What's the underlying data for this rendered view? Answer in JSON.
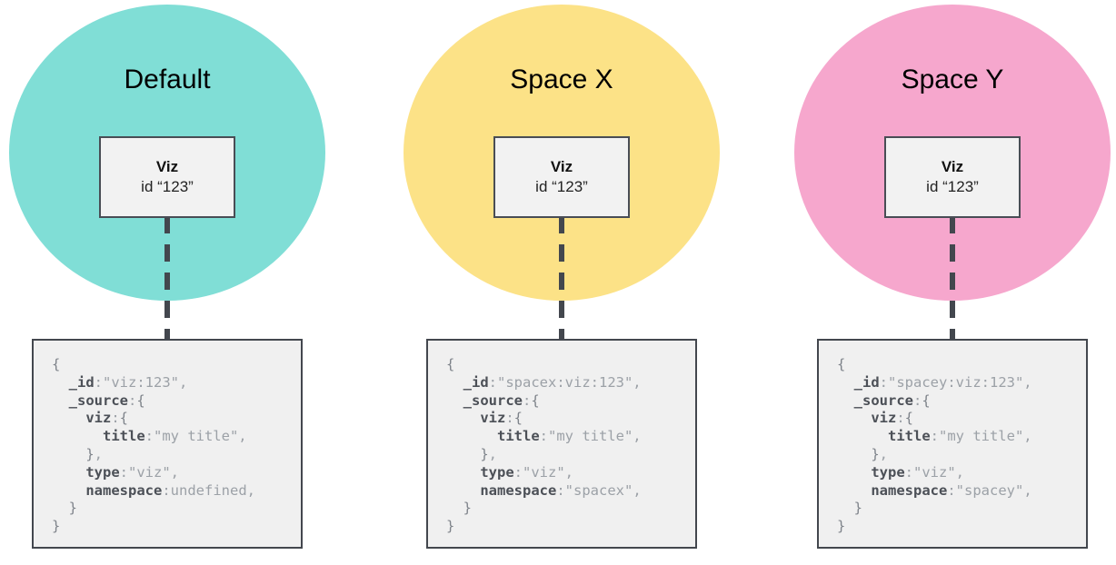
{
  "page": {
    "background": "#ffffff"
  },
  "colors": {
    "stroke_dark": "#43474e",
    "card_background": "#f2f2f2",
    "code_background": "#f0f0f0",
    "code_key": "#4c5057",
    "code_value": "#9ca1a7",
    "code_brace": "#7e838a"
  },
  "groups": [
    {
      "id": "default",
      "title": "Default",
      "circle_color": "#80ded6",
      "viz_card": {
        "name": "Viz",
        "id_label": "id “123”"
      },
      "code_lines": [
        [
          {
            "c": "b",
            "t": "{"
          }
        ],
        [
          {
            "c": "k",
            "t": "  _id"
          },
          {
            "c": "v",
            "t": ":\"viz:123\","
          }
        ],
        [
          {
            "c": "k",
            "t": "  _source"
          },
          {
            "c": "v",
            "t": ":"
          },
          {
            "c": "b",
            "t": "{"
          }
        ],
        [
          {
            "c": "k",
            "t": "    viz"
          },
          {
            "c": "v",
            "t": ":"
          },
          {
            "c": "b",
            "t": "{"
          }
        ],
        [
          {
            "c": "k",
            "t": "      title"
          },
          {
            "c": "v",
            "t": ":\"my title\","
          }
        ],
        [
          {
            "c": "b",
            "t": "    }"
          },
          {
            "c": "v",
            "t": ","
          }
        ],
        [
          {
            "c": "k",
            "t": "    type"
          },
          {
            "c": "v",
            "t": ":\"viz\","
          }
        ],
        [
          {
            "c": "k",
            "t": "    namespace"
          },
          {
            "c": "v",
            "t": ":undefined,"
          }
        ],
        [
          {
            "c": "b",
            "t": "  }"
          }
        ],
        [
          {
            "c": "b",
            "t": "}"
          }
        ]
      ]
    },
    {
      "id": "spacex",
      "title": "Space X",
      "circle_color": "#fce287",
      "viz_card": {
        "name": "Viz",
        "id_label": "id “123”"
      },
      "code_lines": [
        [
          {
            "c": "b",
            "t": "{"
          }
        ],
        [
          {
            "c": "k",
            "t": "  _id"
          },
          {
            "c": "v",
            "t": ":\"spacex:viz:123\","
          }
        ],
        [
          {
            "c": "k",
            "t": "  _source"
          },
          {
            "c": "v",
            "t": ":"
          },
          {
            "c": "b",
            "t": "{"
          }
        ],
        [
          {
            "c": "k",
            "t": "    viz"
          },
          {
            "c": "v",
            "t": ":"
          },
          {
            "c": "b",
            "t": "{"
          }
        ],
        [
          {
            "c": "k",
            "t": "      title"
          },
          {
            "c": "v",
            "t": ":\"my title\","
          }
        ],
        [
          {
            "c": "b",
            "t": "    }"
          },
          {
            "c": "v",
            "t": ","
          }
        ],
        [
          {
            "c": "k",
            "t": "    type"
          },
          {
            "c": "v",
            "t": ":\"viz\","
          }
        ],
        [
          {
            "c": "k",
            "t": "    namespace"
          },
          {
            "c": "v",
            "t": ":\"spacex\","
          }
        ],
        [
          {
            "c": "b",
            "t": "  }"
          }
        ],
        [
          {
            "c": "b",
            "t": "}"
          }
        ]
      ]
    },
    {
      "id": "spacey",
      "title": "Space Y",
      "circle_color": "#f6a7cd",
      "viz_card": {
        "name": "Viz",
        "id_label": "id “123”"
      },
      "code_lines": [
        [
          {
            "c": "b",
            "t": "{"
          }
        ],
        [
          {
            "c": "k",
            "t": "  _id"
          },
          {
            "c": "v",
            "t": ":\"spacey:viz:123\","
          }
        ],
        [
          {
            "c": "k",
            "t": "  _source"
          },
          {
            "c": "v",
            "t": ":"
          },
          {
            "c": "b",
            "t": "{"
          }
        ],
        [
          {
            "c": "k",
            "t": "    viz"
          },
          {
            "c": "v",
            "t": ":"
          },
          {
            "c": "b",
            "t": "{"
          }
        ],
        [
          {
            "c": "k",
            "t": "      title"
          },
          {
            "c": "v",
            "t": ":\"my title\","
          }
        ],
        [
          {
            "c": "b",
            "t": "    }"
          },
          {
            "c": "v",
            "t": ","
          }
        ],
        [
          {
            "c": "k",
            "t": "    type"
          },
          {
            "c": "v",
            "t": ":\"viz\","
          }
        ],
        [
          {
            "c": "k",
            "t": "    namespace"
          },
          {
            "c": "v",
            "t": ":\"spacey\","
          }
        ],
        [
          {
            "c": "b",
            "t": "  }"
          }
        ],
        [
          {
            "c": "b",
            "t": "}"
          }
        ]
      ]
    }
  ]
}
